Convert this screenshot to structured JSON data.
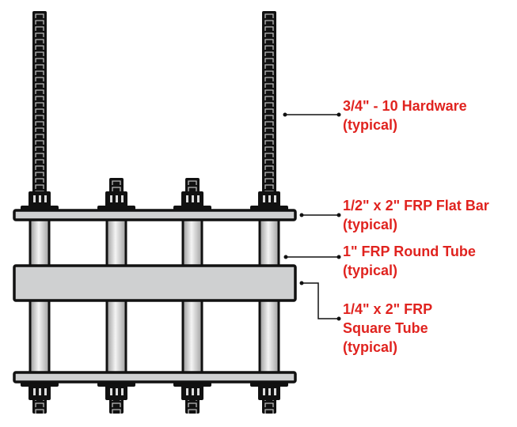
{
  "labels": {
    "hardware": {
      "line1": "3/4\" - 10 Hardware",
      "line2": "(typical)"
    },
    "flat_bar": {
      "line1": "1/2\" x 2\" FRP Flat Bar",
      "line2": "(typical)"
    },
    "round_tube": {
      "line1": "1\" FRP Round Tube",
      "line2": "(typical)"
    },
    "square_tube": {
      "line1": "1/4\" x 2\" FRP",
      "line2": "Square Tube",
      "line3": "(typical)"
    }
  },
  "colors": {
    "label": "#e0231f",
    "frp": "#cfd0d1",
    "outline": "#111111"
  }
}
